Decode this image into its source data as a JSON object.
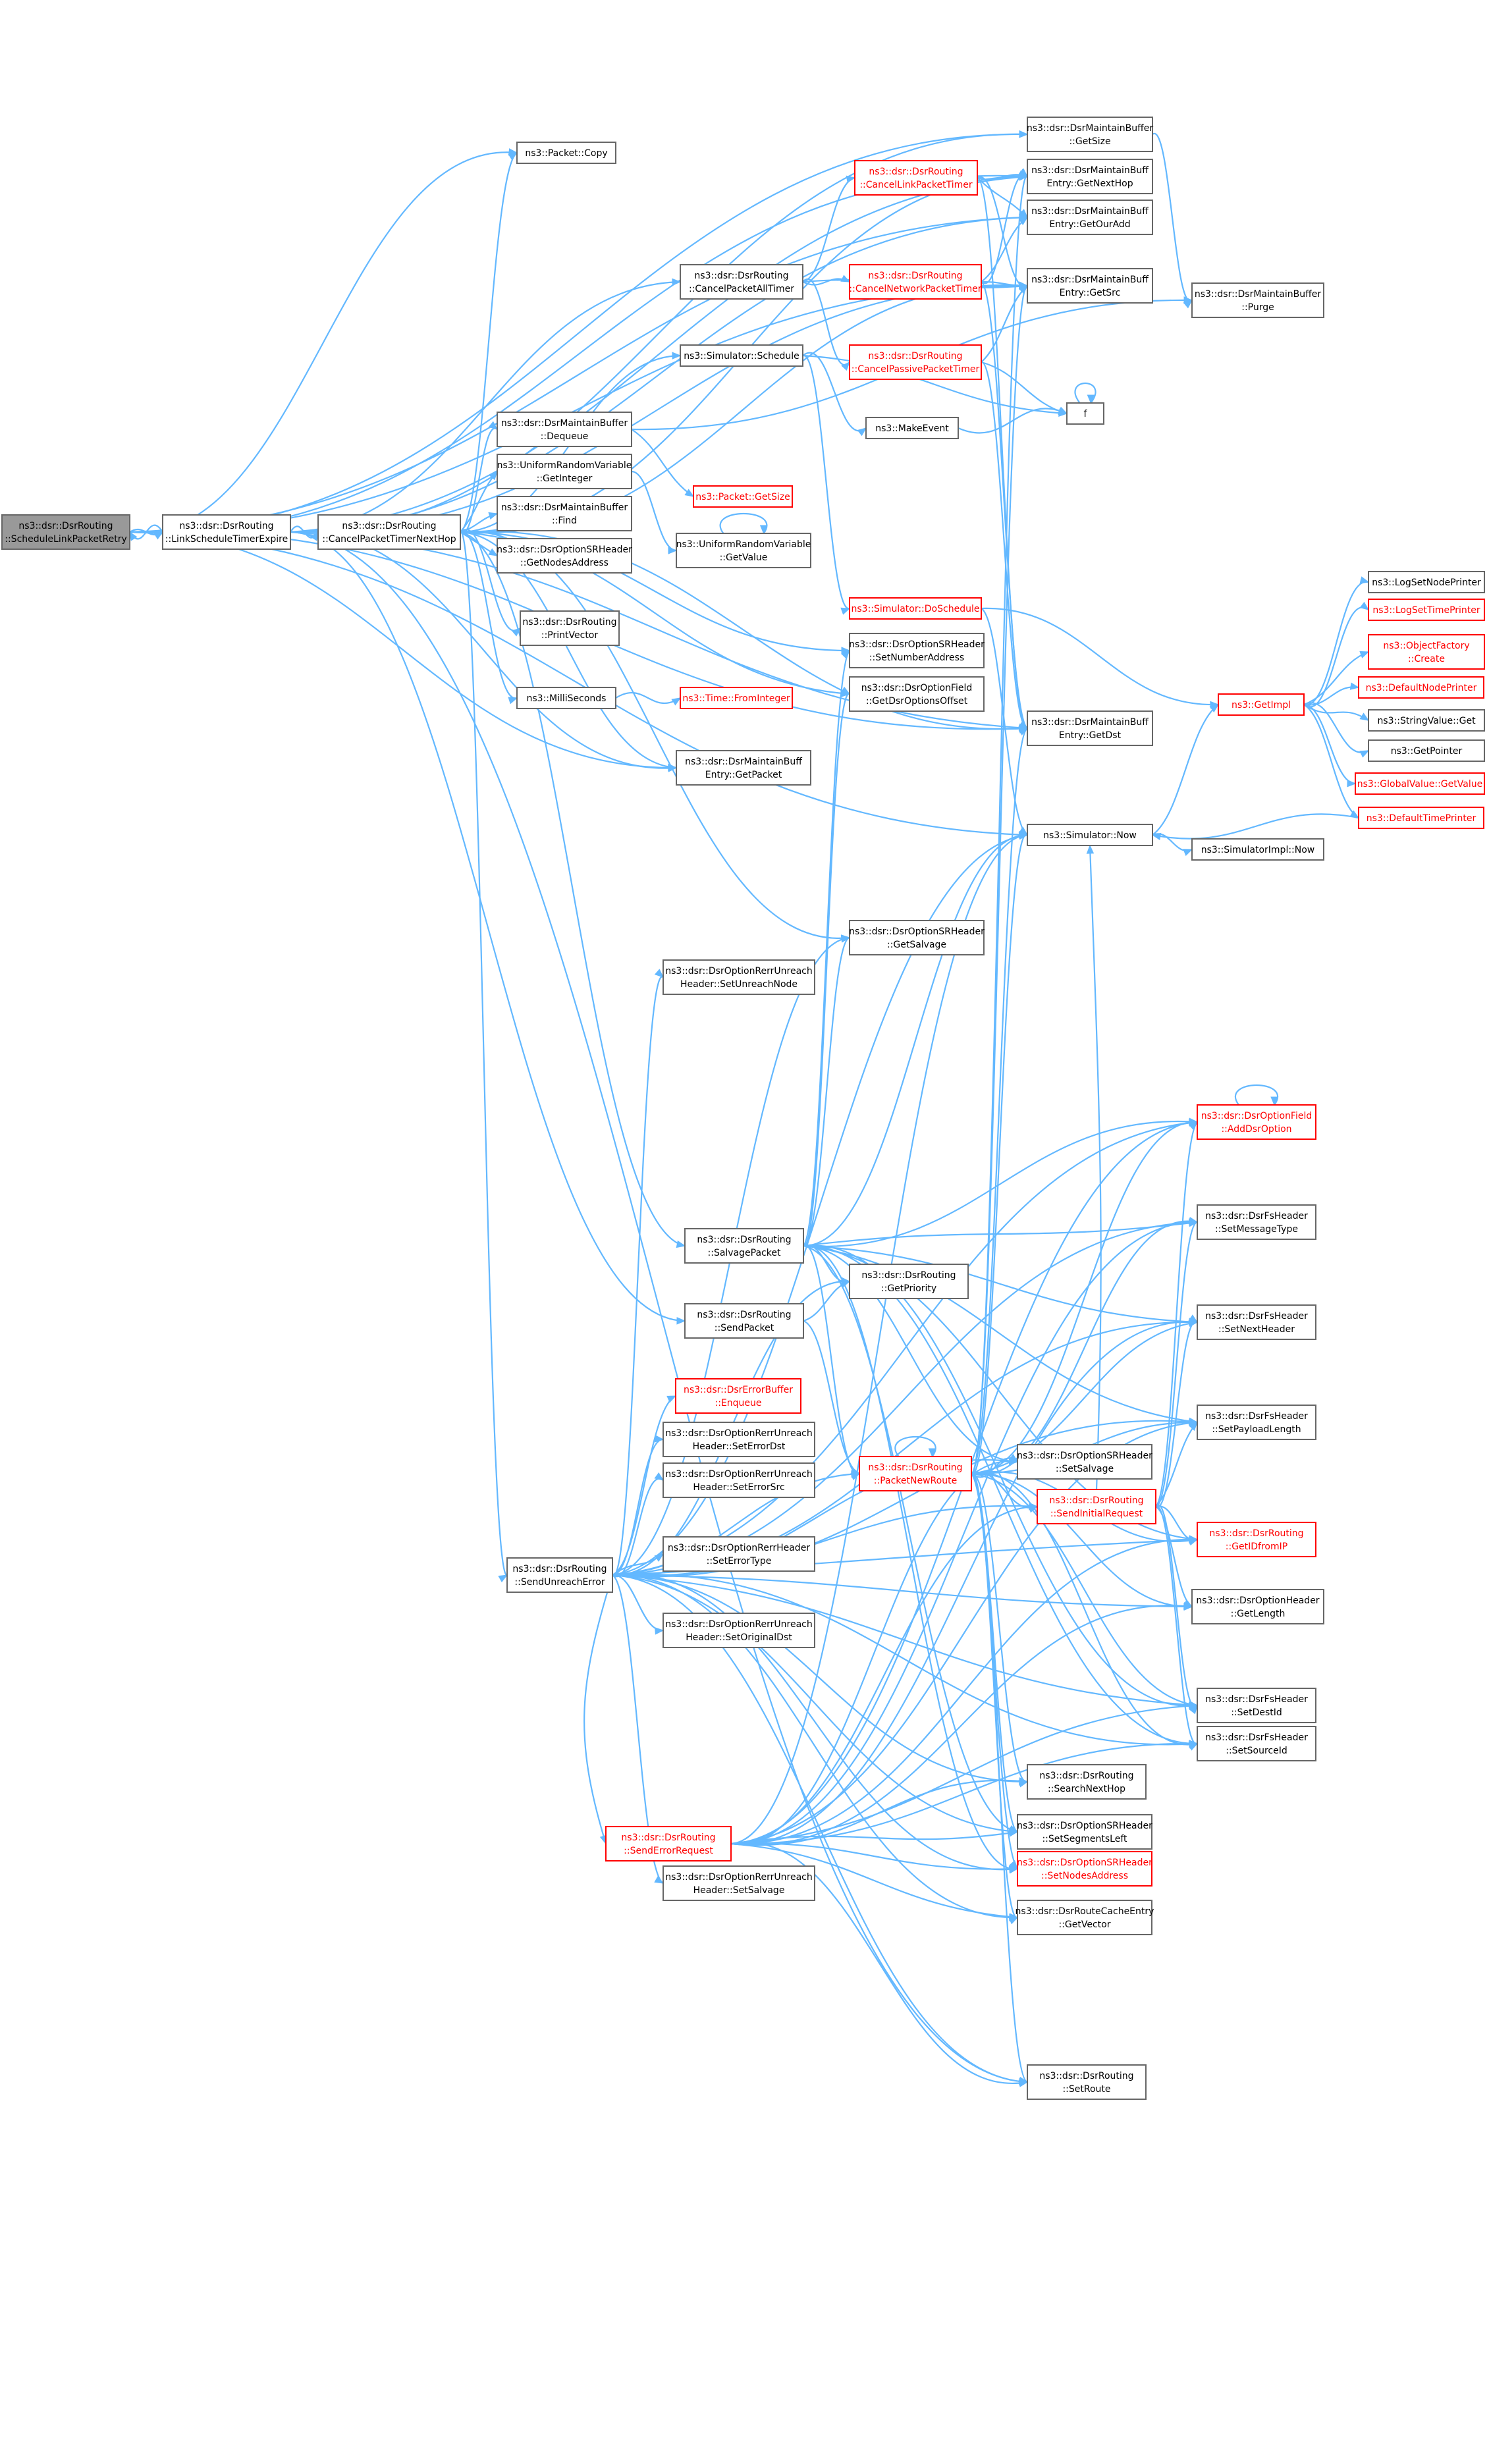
{
  "nodes": [
    {
      "id": "schedule",
      "l1": "ns3::dsr::DsrRouting",
      "l2": "::ScheduleLinkPacketRetry",
      "style": "root"
    },
    {
      "id": "linksched",
      "l1": "ns3::dsr::DsrRouting",
      "l2": "::LinkScheduleTimerExpire",
      "style": "normal"
    },
    {
      "id": "cancelnexthop",
      "l1": "ns3::dsr::DsrRouting",
      "l2": "::CancelPacketTimerNextHop",
      "style": "normal"
    },
    {
      "id": "pktcopy",
      "l1": "ns3::Packet::Copy",
      "l2": "",
      "style": "normal"
    },
    {
      "id": "cancelall",
      "l1": "ns3::dsr::DsrRouting",
      "l2": "::CancelPacketAllTimer",
      "style": "normal"
    },
    {
      "id": "schedule2",
      "l1": "ns3::Simulator::Schedule",
      "l2": "",
      "style": "normal"
    },
    {
      "id": "dequeue",
      "l1": "ns3::dsr::DsrMaintainBuffer",
      "l2": "::Dequeue",
      "style": "normal"
    },
    {
      "id": "getinteger",
      "l1": "ns3::UniformRandomVariable",
      "l2": "::GetInteger",
      "style": "normal"
    },
    {
      "id": "find",
      "l1": "ns3::dsr::DsrMaintainBuffer",
      "l2": "::Find",
      "style": "normal"
    },
    {
      "id": "getnodes",
      "l1": "ns3::dsr::DsrOptionSRHeader",
      "l2": "::GetNodesAddress",
      "style": "normal"
    },
    {
      "id": "printvector",
      "l1": "ns3::dsr::DsrRouting",
      "l2": "::PrintVector",
      "style": "normal"
    },
    {
      "id": "milli",
      "l1": "ns3::MilliSeconds",
      "l2": "",
      "style": "normal"
    },
    {
      "id": "getpacket",
      "l1": "ns3::dsr::DsrMaintainBuff",
      "l2": "Entry::GetPacket",
      "style": "normal"
    },
    {
      "id": "cancellink",
      "l1": "ns3::dsr::DsrRouting",
      "l2": "::CancelLinkPacketTimer",
      "style": "red"
    },
    {
      "id": "cancelnet",
      "l1": "ns3::dsr::DsrRouting",
      "l2": "::CancelNetworkPacketTimer",
      "style": "red"
    },
    {
      "id": "cancelpass",
      "l1": "ns3::dsr::DsrRouting",
      "l2": "::CancelPassivePacketTimer",
      "style": "red"
    },
    {
      "id": "makeevent",
      "l1": "ns3::MakeEvent",
      "l2": "",
      "style": "normal"
    },
    {
      "id": "pktgetsize",
      "l1": "ns3::Packet::GetSize",
      "l2": "",
      "style": "red"
    },
    {
      "id": "getvalue",
      "l1": "ns3::UniformRandomVariable",
      "l2": "::GetValue",
      "style": "normal"
    },
    {
      "id": "doschedule",
      "l1": "ns3::Simulator::DoSchedule",
      "l2": "",
      "style": "red"
    },
    {
      "id": "setnumber",
      "l1": "ns3::dsr::DsrOptionSRHeader",
      "l2": "::SetNumberAddress",
      "style": "normal"
    },
    {
      "id": "getopts",
      "l1": "ns3::dsr::DsrOptionField",
      "l2": "::GetDsrOptionsOffset",
      "style": "normal"
    },
    {
      "id": "fromint",
      "l1": "ns3::Time::FromInteger",
      "l2": "",
      "style": "red"
    },
    {
      "id": "getsize",
      "l1": "ns3::dsr::DsrMaintainBuffer",
      "l2": "::GetSize",
      "style": "normal"
    },
    {
      "id": "getnexthop",
      "l1": "ns3::dsr::DsrMaintainBuff",
      "l2": "Entry::GetNextHop",
      "style": "normal"
    },
    {
      "id": "getouradd",
      "l1": "ns3::dsr::DsrMaintainBuff",
      "l2": "Entry::GetOurAdd",
      "style": "normal"
    },
    {
      "id": "getsrc",
      "l1": "ns3::dsr::DsrMaintainBuff",
      "l2": "Entry::GetSrc",
      "style": "normal"
    },
    {
      "id": "ffunc",
      "l1": "f",
      "l2": "",
      "style": "normal"
    },
    {
      "id": "getdst",
      "l1": "ns3::dsr::DsrMaintainBuff",
      "l2": "Entry::GetDst",
      "style": "normal"
    },
    {
      "id": "simnow",
      "l1": "ns3::Simulator::Now",
      "l2": "",
      "style": "normal"
    },
    {
      "id": "purge",
      "l1": "ns3::dsr::DsrMaintainBuffer",
      "l2": "::Purge",
      "style": "normal"
    },
    {
      "id": "simimplnow",
      "l1": "ns3::SimulatorImpl::Now",
      "l2": "",
      "style": "normal"
    },
    {
      "id": "getimpl",
      "l1": "ns3::GetImpl",
      "l2": "",
      "style": "red"
    },
    {
      "id": "logsetnode",
      "l1": "ns3::LogSetNodePrinter",
      "l2": "",
      "style": "normal"
    },
    {
      "id": "logsettime",
      "l1": "ns3::LogSetTimePrinter",
      "l2": "",
      "style": "red"
    },
    {
      "id": "objfactory",
      "l1": "ns3::ObjectFactory",
      "l2": "::Create",
      "style": "red"
    },
    {
      "id": "defnodeprinter",
      "l1": "ns3::DefaultNodePrinter",
      "l2": "",
      "style": "red"
    },
    {
      "id": "strvalueget",
      "l1": "ns3::StringValue::Get",
      "l2": "",
      "style": "normal"
    },
    {
      "id": "getpointer",
      "l1": "ns3::GetPointer",
      "l2": "",
      "style": "normal"
    },
    {
      "id": "globalget",
      "l1": "ns3::GlobalValue::GetValue",
      "l2": "",
      "style": "red"
    },
    {
      "id": "deftimeprinter",
      "l1": "ns3::DefaultTimePrinter",
      "l2": "",
      "style": "red"
    },
    {
      "id": "getsalvage",
      "l1": "ns3::dsr::DsrOptionSRHeader",
      "l2": "::GetSalvage",
      "style": "normal"
    },
    {
      "id": "setunreachnode",
      "l1": "ns3::dsr::DsrOptionRerrUnreach",
      "l2": "Header::SetUnreachNode",
      "style": "normal"
    },
    {
      "id": "adddsropt",
      "l1": "ns3::dsr::DsrOptionField",
      "l2": "::AddDsrOption",
      "style": "red"
    },
    {
      "id": "setmsgtype",
      "l1": "ns3::dsr::DsrFsHeader",
      "l2": "::SetMessageType",
      "style": "normal"
    },
    {
      "id": "salvagepkt",
      "l1": "ns3::dsr::DsrRouting",
      "l2": "::SalvagePacket",
      "style": "normal"
    },
    {
      "id": "getpriority",
      "l1": "ns3::dsr::DsrRouting",
      "l2": "::GetPriority",
      "style": "normal"
    },
    {
      "id": "sendpacket",
      "l1": "ns3::dsr::DsrRouting",
      "l2": "::SendPacket",
      "style": "normal"
    },
    {
      "id": "setnexthdr",
      "l1": "ns3::dsr::DsrFsHeader",
      "l2": "::SetNextHeader",
      "style": "normal"
    },
    {
      "id": "errbufenq",
      "l1": "ns3::dsr::DsrErrorBuffer",
      "l2": "::Enqueue",
      "style": "red"
    },
    {
      "id": "seterrdst",
      "l1": "ns3::dsr::DsrOptionRerrUnreach",
      "l2": "Header::SetErrorDst",
      "style": "normal"
    },
    {
      "id": "seterrsrc",
      "l1": "ns3::dsr::DsrOptionRerrUnreach",
      "l2": "Header::SetErrorSrc",
      "style": "normal"
    },
    {
      "id": "setpayload",
      "l1": "ns3::dsr::DsrFsHeader",
      "l2": "::SetPayloadLength",
      "style": "normal"
    },
    {
      "id": "pktnewroute",
      "l1": "ns3::dsr::DsrRouting",
      "l2": "::PacketNewRoute",
      "style": "red"
    },
    {
      "id": "setsalvagesr",
      "l1": "ns3::dsr::DsrOptionSRHeader",
      "l2": "::SetSalvage",
      "style": "normal"
    },
    {
      "id": "sendinitreq",
      "l1": "ns3::dsr::DsrRouting",
      "l2": "::SendInitialRequest",
      "style": "red"
    },
    {
      "id": "getidfromip",
      "l1": "ns3::dsr::DsrRouting",
      "l2": "::GetIDfromIP",
      "style": "red"
    },
    {
      "id": "seterrtype",
      "l1": "ns3::dsr::DsrOptionRerrHeader",
      "l2": "::SetErrorType",
      "style": "normal"
    },
    {
      "id": "sendunreach",
      "l1": "ns3::dsr::DsrRouting",
      "l2": "::SendUnreachError",
      "style": "normal"
    },
    {
      "id": "getlength",
      "l1": "ns3::dsr::DsrOptionHeader",
      "l2": "::GetLength",
      "style": "normal"
    },
    {
      "id": "setorigdst",
      "l1": "ns3::dsr::DsrOptionRerrUnreach",
      "l2": "Header::SetOriginalDst",
      "style": "normal"
    },
    {
      "id": "setdestid",
      "l1": "ns3::dsr::DsrFsHeader",
      "l2": "::SetDestId",
      "style": "normal"
    },
    {
      "id": "setsourceid",
      "l1": "ns3::dsr::DsrFsHeader",
      "l2": "::SetSourceId",
      "style": "normal"
    },
    {
      "id": "searchnext",
      "l1": "ns3::dsr::DsrRouting",
      "l2": "::SearchNextHop",
      "style": "normal"
    },
    {
      "id": "senderrreq",
      "l1": "ns3::dsr::DsrRouting",
      "l2": "::SendErrorRequest",
      "style": "red"
    },
    {
      "id": "setsegleft",
      "l1": "ns3::dsr::DsrOptionSRHeader",
      "l2": "::SetSegmentsLeft",
      "style": "normal"
    },
    {
      "id": "setnodesaddr",
      "l1": "ns3::dsr::DsrOptionSRHeader",
      "l2": "::SetNodesAddress",
      "style": "red"
    },
    {
      "id": "setsalvageunr",
      "l1": "ns3::dsr::DsrOptionRerrUnreach",
      "l2": "Header::SetSalvage",
      "style": "normal"
    },
    {
      "id": "getvector",
      "l1": "ns3::dsr::DsrRouteCacheEntry",
      "l2": "::GetVector",
      "style": "normal"
    },
    {
      "id": "setroute",
      "l1": "ns3::dsr::DsrRouting",
      "l2": "::SetRoute",
      "style": "normal"
    }
  ],
  "edges": [
    [
      "linksched",
      "schedule"
    ],
    [
      "schedule",
      "linksched"
    ],
    [
      "schedule",
      "getsize"
    ],
    [
      "schedule",
      "getnexthop"
    ],
    [
      "schedule",
      "getouradd"
    ],
    [
      "schedule",
      "getsrc"
    ],
    [
      "schedule",
      "pktcopy"
    ],
    [
      "schedule",
      "getdst"
    ],
    [
      "schedule",
      "getpacket"
    ],
    [
      "schedule",
      "simnow"
    ],
    [
      "linksched",
      "cancelnexthop"
    ],
    [
      "linksched",
      "cancelall"
    ],
    [
      "linksched",
      "getsize"
    ],
    [
      "linksched",
      "getnexthop"
    ],
    [
      "linksched",
      "getouradd"
    ],
    [
      "linksched",
      "getsrc"
    ],
    [
      "linksched",
      "getdst"
    ],
    [
      "linksched",
      "getpacket"
    ],
    [
      "linksched",
      "sendpacket"
    ],
    [
      "linksched",
      "setroute"
    ],
    [
      "cancelnexthop",
      "pktcopy"
    ],
    [
      "cancelnexthop",
      "schedule2"
    ],
    [
      "cancelnexthop",
      "dequeue"
    ],
    [
      "cancelnexthop",
      "getinteger"
    ],
    [
      "cancelnexthop",
      "find"
    ],
    [
      "cancelnexthop",
      "getnodes"
    ],
    [
      "cancelnexthop",
      "printvector"
    ],
    [
      "cancelnexthop",
      "milli"
    ],
    [
      "cancelnexthop",
      "getpacket"
    ],
    [
      "cancelnexthop",
      "salvagepkt"
    ],
    [
      "cancelnexthop",
      "sendunreach"
    ],
    [
      "cancelnexthop",
      "getnexthop"
    ],
    [
      "cancelnexthop",
      "getsrc"
    ],
    [
      "cancelnexthop",
      "getdst"
    ],
    [
      "cancelnexthop",
      "setnumber"
    ],
    [
      "cancelnexthop",
      "getopts"
    ],
    [
      "cancelnexthop",
      "getsalvage"
    ],
    [
      "cancelall",
      "cancellink"
    ],
    [
      "cancelall",
      "cancelnet"
    ],
    [
      "cancelall",
      "cancelpass"
    ],
    [
      "cancelall",
      "getsrc"
    ],
    [
      "cancellink",
      "getnexthop"
    ],
    [
      "cancellink",
      "getouradd"
    ],
    [
      "cancellink",
      "getsrc"
    ],
    [
      "cancellink",
      "getdst"
    ],
    [
      "cancelnet",
      "getnexthop"
    ],
    [
      "cancelnet",
      "getouradd"
    ],
    [
      "cancelnet",
      "getsrc"
    ],
    [
      "cancelnet",
      "getdst"
    ],
    [
      "cancelpass",
      "getsrc"
    ],
    [
      "cancelpass",
      "getdst"
    ],
    [
      "cancelpass",
      "ffunc"
    ],
    [
      "schedule2",
      "makeevent"
    ],
    [
      "schedule2",
      "doschedule"
    ],
    [
      "schedule2",
      "ffunc"
    ],
    [
      "makeevent",
      "ffunc"
    ],
    [
      "ffunc",
      "ffunc"
    ],
    [
      "dequeue",
      "purge"
    ],
    [
      "dequeue",
      "pktgetsize"
    ],
    [
      "getsize",
      "purge"
    ],
    [
      "getinteger",
      "getvalue"
    ],
    [
      "getvalue",
      "getvalue"
    ],
    [
      "milli",
      "fromint"
    ],
    [
      "doschedule",
      "getimpl"
    ],
    [
      "doschedule",
      "simnow"
    ],
    [
      "simnow",
      "getimpl"
    ],
    [
      "simnow",
      "simimplnow"
    ],
    [
      "getimpl",
      "logsetnode"
    ],
    [
      "getimpl",
      "logsettime"
    ],
    [
      "getimpl",
      "objfactory"
    ],
    [
      "getimpl",
      "defnodeprinter"
    ],
    [
      "getimpl",
      "strvalueget"
    ],
    [
      "getimpl",
      "getpointer"
    ],
    [
      "getimpl",
      "globalget"
    ],
    [
      "getimpl",
      "deftimeprinter"
    ],
    [
      "deftimeprinter",
      "simnow"
    ],
    [
      "salvagepkt",
      "getsalvage"
    ],
    [
      "salvagepkt",
      "adddsropt"
    ],
    [
      "salvagepkt",
      "setmsgtype"
    ],
    [
      "salvagepkt",
      "getpriority"
    ],
    [
      "salvagepkt",
      "setnexthdr"
    ],
    [
      "salvagepkt",
      "setpayload"
    ],
    [
      "salvagepkt",
      "pktnewroute"
    ],
    [
      "salvagepkt",
      "setsalvagesr"
    ],
    [
      "salvagepkt",
      "setsegleft"
    ],
    [
      "salvagepkt",
      "setnodesaddr"
    ],
    [
      "salvagepkt",
      "simnow"
    ],
    [
      "salvagepkt",
      "getidfromip"
    ],
    [
      "salvagepkt",
      "setdestid"
    ],
    [
      "salvagepkt",
      "setsourceid"
    ],
    [
      "salvagepkt",
      "getopts"
    ],
    [
      "salvagepkt",
      "setnumber"
    ],
    [
      "sendpacket",
      "getpriority"
    ],
    [
      "sendpacket",
      "pktnewroute"
    ],
    [
      "pktnewroute",
      "pktnewroute"
    ],
    [
      "pktnewroute",
      "sendinitreq"
    ],
    [
      "pktnewroute",
      "adddsropt"
    ],
    [
      "pktnewroute",
      "setmsgtype"
    ],
    [
      "pktnewroute",
      "setnexthdr"
    ],
    [
      "pktnewroute",
      "setpayload"
    ],
    [
      "pktnewroute",
      "setsalvagesr"
    ],
    [
      "pktnewroute",
      "getidfromip"
    ],
    [
      "pktnewroute",
      "getlength"
    ],
    [
      "pktnewroute",
      "setdestid"
    ],
    [
      "pktnewroute",
      "setsourceid"
    ],
    [
      "pktnewroute",
      "searchnext"
    ],
    [
      "pktnewroute",
      "setsegleft"
    ],
    [
      "pktnewroute",
      "setnodesaddr"
    ],
    [
      "pktnewroute",
      "getvector"
    ],
    [
      "pktnewroute",
      "setroute"
    ],
    [
      "pktnewroute",
      "simnow"
    ],
    [
      "pktnewroute",
      "getdst"
    ],
    [
      "pktnewroute",
      "getsrc"
    ],
    [
      "pktnewroute",
      "getnexthop"
    ],
    [
      "sendinitreq",
      "adddsropt"
    ],
    [
      "sendinitreq",
      "setmsgtype"
    ],
    [
      "sendinitreq",
      "setnexthdr"
    ],
    [
      "sendinitreq",
      "setpayload"
    ],
    [
      "sendinitreq",
      "getidfromip"
    ],
    [
      "sendinitreq",
      "getlength"
    ],
    [
      "sendinitreq",
      "setdestid"
    ],
    [
      "sendinitreq",
      "setsourceid"
    ],
    [
      "sendinitreq",
      "simnow"
    ],
    [
      "sendunreach",
      "setunreachnode"
    ],
    [
      "sendunreach",
      "errbufenq"
    ],
    [
      "sendunreach",
      "seterrdst"
    ],
    [
      "sendunreach",
      "seterrsrc"
    ],
    [
      "sendunreach",
      "seterrtype"
    ],
    [
      "sendunreach",
      "setorigdst"
    ],
    [
      "sendunreach",
      "setsalvageunr"
    ],
    [
      "sendunreach",
      "senderrreq"
    ],
    [
      "sendunreach",
      "pktnewroute"
    ],
    [
      "sendunreach",
      "sendinitreq"
    ],
    [
      "sendunreach",
      "adddsropt"
    ],
    [
      "sendunreach",
      "setmsgtype"
    ],
    [
      "sendunreach",
      "setnexthdr"
    ],
    [
      "sendunreach",
      "setpayload"
    ],
    [
      "sendunreach",
      "getidfromip"
    ],
    [
      "sendunreach",
      "getlength"
    ],
    [
      "sendunreach",
      "setdestid"
    ],
    [
      "sendunreach",
      "setsourceid"
    ],
    [
      "sendunreach",
      "searchnext"
    ],
    [
      "sendunreach",
      "setsegleft"
    ],
    [
      "sendunreach",
      "setnodesaddr"
    ],
    [
      "sendunreach",
      "getvector"
    ],
    [
      "sendunreach",
      "setroute"
    ],
    [
      "sendunreach",
      "simnow"
    ],
    [
      "sendunreach",
      "getsalvage"
    ],
    [
      "sendunreach",
      "getpriority"
    ],
    [
      "sendunreach",
      "setsalvagesr"
    ],
    [
      "senderrreq",
      "adddsropt"
    ],
    [
      "senderrreq",
      "setmsgtype"
    ],
    [
      "senderrreq",
      "setnexthdr"
    ],
    [
      "senderrreq",
      "setpayload"
    ],
    [
      "senderrreq",
      "sendinitreq"
    ],
    [
      "senderrreq",
      "searchnext"
    ],
    [
      "senderrreq",
      "setsegleft"
    ],
    [
      "senderrreq",
      "setnodesaddr"
    ],
    [
      "senderrreq",
      "getvector"
    ],
    [
      "senderrreq",
      "setroute"
    ],
    [
      "senderrreq",
      "simnow"
    ],
    [
      "senderrreq",
      "getidfromip"
    ],
    [
      "senderrreq",
      "getlength"
    ],
    [
      "senderrreq",
      "setdestid"
    ],
    [
      "senderrreq",
      "setsourceid"
    ],
    [
      "senderrreq",
      "setsalvagesr"
    ],
    [
      "adddsropt",
      "adddsropt"
    ]
  ]
}
